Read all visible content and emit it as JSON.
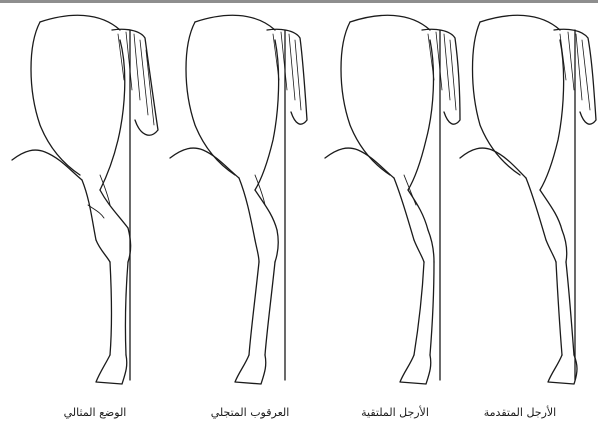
{
  "figure": {
    "panels": [
      {
        "caption": "الوضع المثالي"
      },
      {
        "caption": "العرقوب المتجلي"
      },
      {
        "caption": "الأرجل الملتقية"
      },
      {
        "caption": "الأرجل المتقدمة"
      }
    ]
  }
}
